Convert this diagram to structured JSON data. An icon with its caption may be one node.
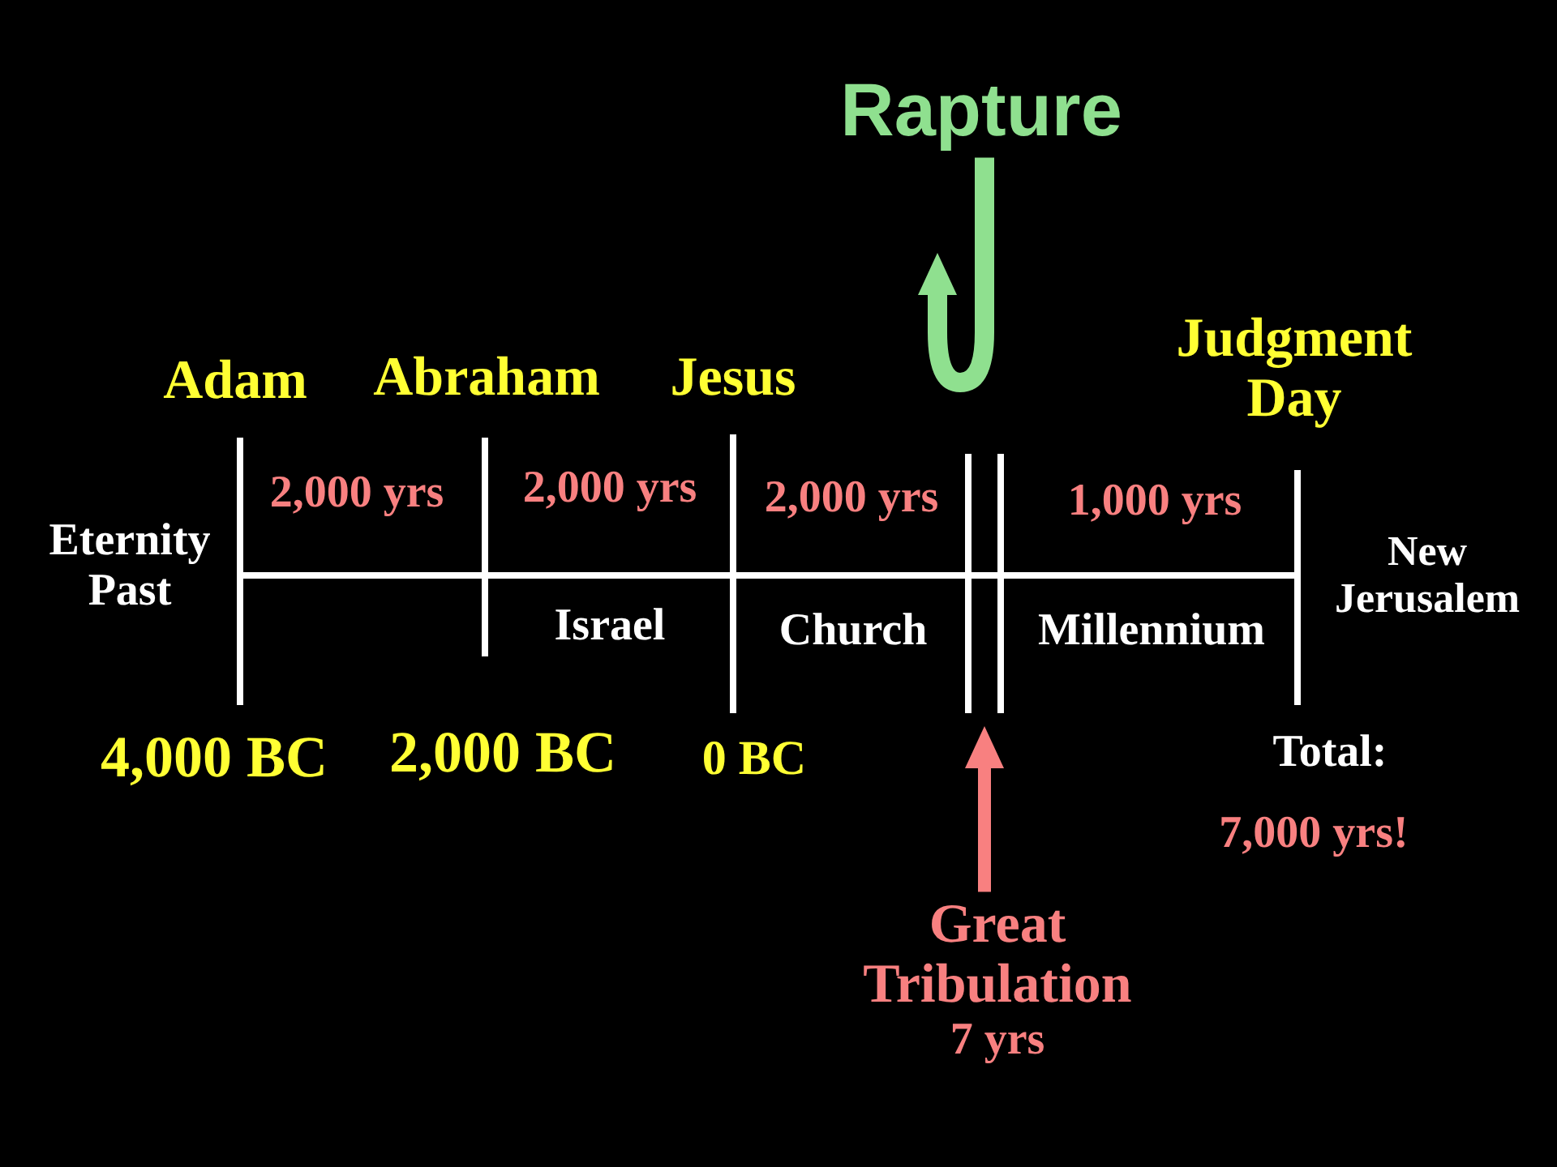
{
  "diagram": {
    "nodes": [
      {
        "text": [
          "Rapture"
        ]
      },
      {
        "text": [
          "Great Tribulation",
          "7 yrs"
        ]
      }
    ],
    "edges": [
      {
        "from": 0,
        "to": null,
        "arrow": "to",
        "color": "#8fe08f"
      },
      {
        "from": 1,
        "to": null,
        "arrow": "to",
        "color": "#f88080"
      }
    ],
    "labels": [
      "Adam",
      "Abraham",
      "Jesus",
      "Judgment Day",
      "Eternity Past",
      "2,000 yrs",
      "2,000 yrs",
      "2,000 yrs",
      "1,000 yrs",
      "New Jerusalem",
      "Israel",
      "Church",
      "Millennium",
      "4,000 BC",
      "2,000 BC",
      "0 BC",
      "Total:",
      "7,000 yrs!"
    ]
  }
}
